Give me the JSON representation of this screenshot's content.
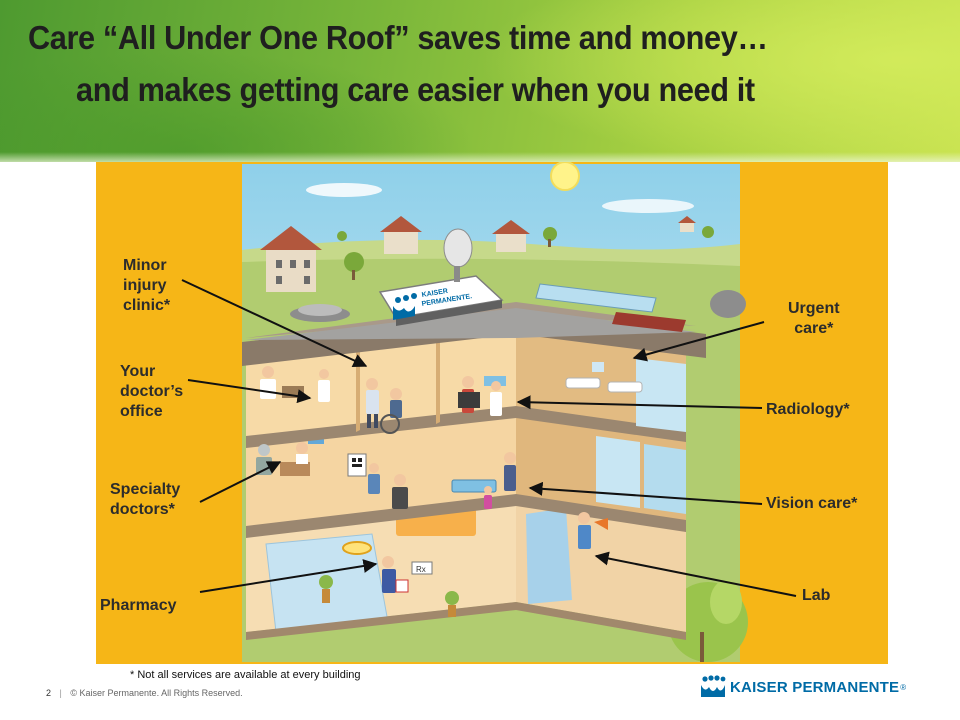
{
  "slide": {
    "title_line1": "Care “All Under One Roof” saves time and money…",
    "title_line2": "and makes getting care easier when you need it"
  },
  "illustration": {
    "callouts_left": [
      {
        "line1": "Minor",
        "line2": "injury",
        "line3": "clinic*"
      },
      {
        "line1": "Your",
        "line2": "doctor’s",
        "line3": "office"
      },
      {
        "line1": "Specialty",
        "line2": "doctors*"
      },
      {
        "line1": "Pharmacy"
      }
    ],
    "callouts_right": [
      {
        "line1": "Urgent",
        "line2": "care*"
      },
      {
        "line1": "Radiology*"
      },
      {
        "line1": "Vision care*"
      },
      {
        "line1": "Lab"
      }
    ],
    "roof_sign": {
      "line1": "KAISER",
      "line2": "PERMANENTE."
    },
    "pharmacy_sign": "Rx"
  },
  "footer": {
    "footnote": "* Not all services are available at every building",
    "page_number": "2",
    "separator": "|",
    "copyright": "© Kaiser Permanente. All Rights Reserved.",
    "logo_text": "KAISER PERMANENTE",
    "logo_reg": "®"
  },
  "colors": {
    "banner_green": "#79b63a",
    "panel_yellow": "#f6b617",
    "brand_blue": "#006ba6"
  }
}
